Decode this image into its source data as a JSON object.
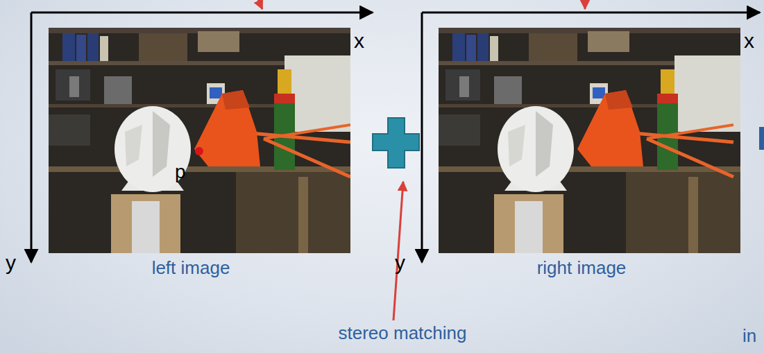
{
  "diagram": {
    "labels": [
      "x",
      "y",
      "p",
      "left image",
      "x",
      "y",
      "right image",
      "stereo matching",
      "in"
    ]
  }
}
